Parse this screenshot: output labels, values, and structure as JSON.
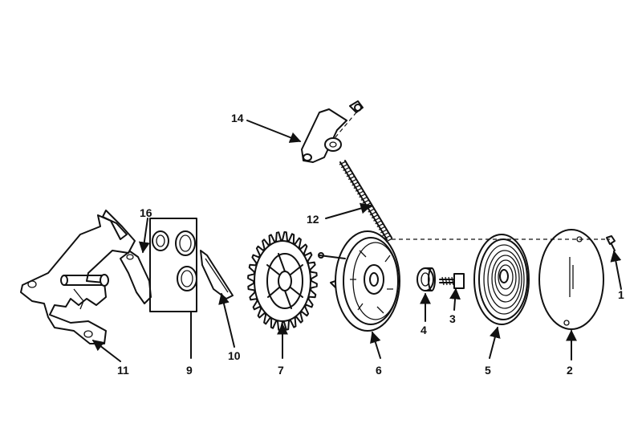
{
  "figure": {
    "callouts": [
      {
        "id": "c1",
        "label": "1"
      },
      {
        "id": "c2",
        "label": "2"
      },
      {
        "id": "c3",
        "label": "3"
      },
      {
        "id": "c4",
        "label": "4"
      },
      {
        "id": "c5",
        "label": "5"
      },
      {
        "id": "c6",
        "label": "6"
      },
      {
        "id": "c7",
        "label": "7"
      },
      {
        "id": "c9",
        "label": "9"
      },
      {
        "id": "c10",
        "label": "10"
      },
      {
        "id": "c11",
        "label": "11"
      },
      {
        "id": "c12",
        "label": "12"
      },
      {
        "id": "c14",
        "label": "14"
      },
      {
        "id": "c16",
        "label": "16"
      }
    ],
    "colors": {
      "ink": "#111111",
      "paper": "#ffffff"
    }
  }
}
